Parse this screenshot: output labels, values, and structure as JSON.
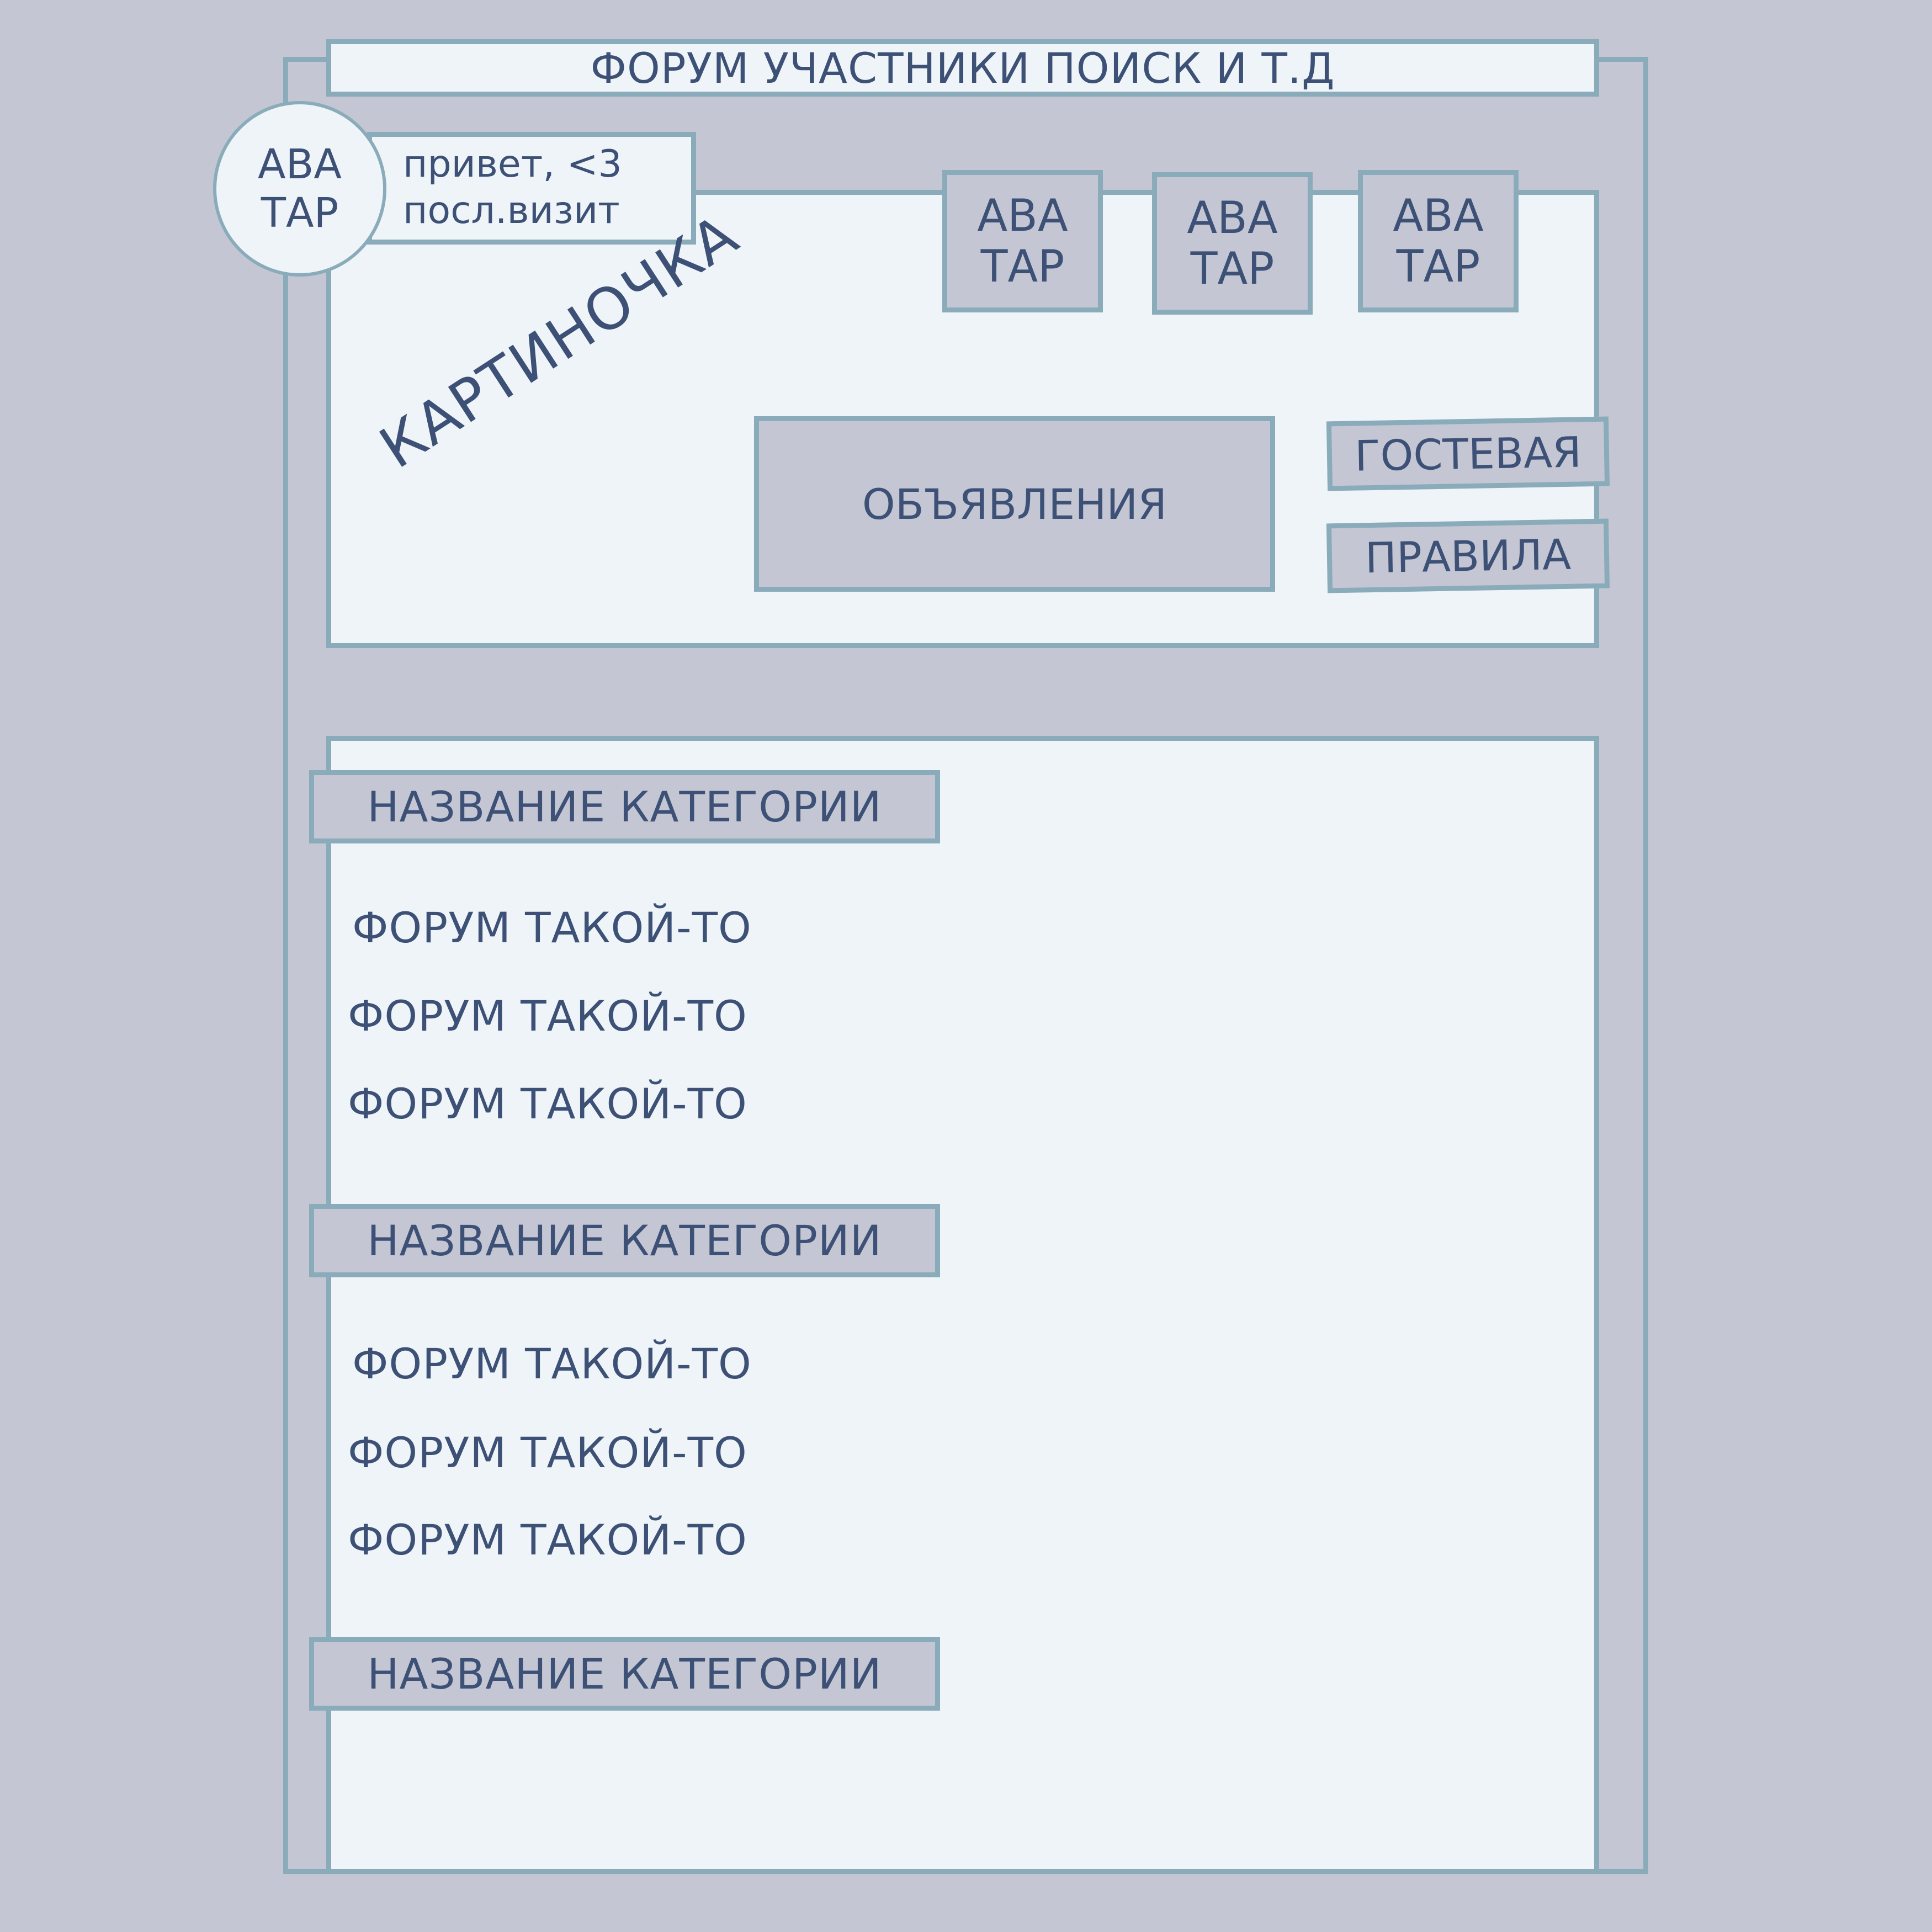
{
  "header": {
    "title": "ФОРУМ УЧАСТНИКИ ПОИСК И Т.Д"
  },
  "user": {
    "avatar_line1": "АВА",
    "avatar_line2": "ТАР",
    "greeting": "привет, <3",
    "last_visit": "посл.визит"
  },
  "featured_avatars": [
    {
      "line1": "АВА",
      "line2": "ТАР"
    },
    {
      "line1": "АВА",
      "line2": "ТАР"
    },
    {
      "line1": "АВА",
      "line2": "ТАР"
    }
  ],
  "banner": {
    "picture_label": "КАРТИНОЧКА",
    "announcements": "ОБЪЯВЛЕНИЯ",
    "guestbook": "ГОСТЕВАЯ",
    "rules": "ПРАВИЛА"
  },
  "categories": [
    {
      "title": "НАЗВАНИЕ КАТЕГОРИИ",
      "forums": [
        "ФОРУМ ТАКОЙ-ТО",
        "ФОРУМ ТАКОЙ-ТО",
        "ФОРУМ ТАКОЙ-ТО"
      ]
    },
    {
      "title": "НАЗВАНИЕ КАТЕГОРИИ",
      "forums": [
        "ФОРУМ ТАКОЙ-ТО",
        "ФОРУМ ТАКОЙ-ТО",
        "ФОРУМ ТАКОЙ-ТО"
      ]
    },
    {
      "title": "НАЗВАНИЕ КАТЕГОРИИ",
      "forums": []
    }
  ],
  "colors": {
    "background": "#c4c6d3",
    "panel": "#eff4f8",
    "border": "#8aacba",
    "text": "#3d5177"
  }
}
